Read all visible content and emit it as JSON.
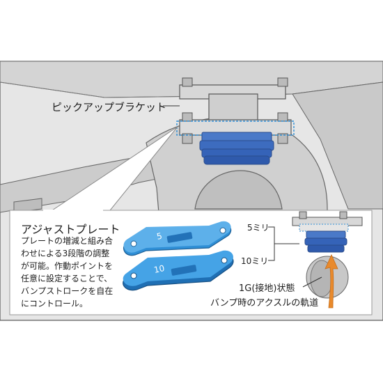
{
  "labels": {
    "bracket": "ピックアップブラケット",
    "adjust_title": "アジャストプレート",
    "adjust_body": [
      "プレートの増減と組み合",
      "わせによる3段階の調整",
      "が可能。作動ポイントを",
      "任意に設定することで、",
      "バンプストロークを自在",
      "にコントロール。"
    ],
    "plate_5": "5ミリ",
    "plate_10": "10ミリ",
    "state_1g": "1G(接地)状態",
    "bump_trajectory": "バンプ時のアクスルの軌道"
  },
  "plate_markings": {
    "top": "5",
    "bottom": "10"
  },
  "colors": {
    "plate_blue": "#2f8fd6",
    "bumpstop_blue": "#3563b8",
    "arrow_orange": "#e98a2c",
    "chassis_gray": "#cfcfcf",
    "background": "#e9e9e9"
  }
}
